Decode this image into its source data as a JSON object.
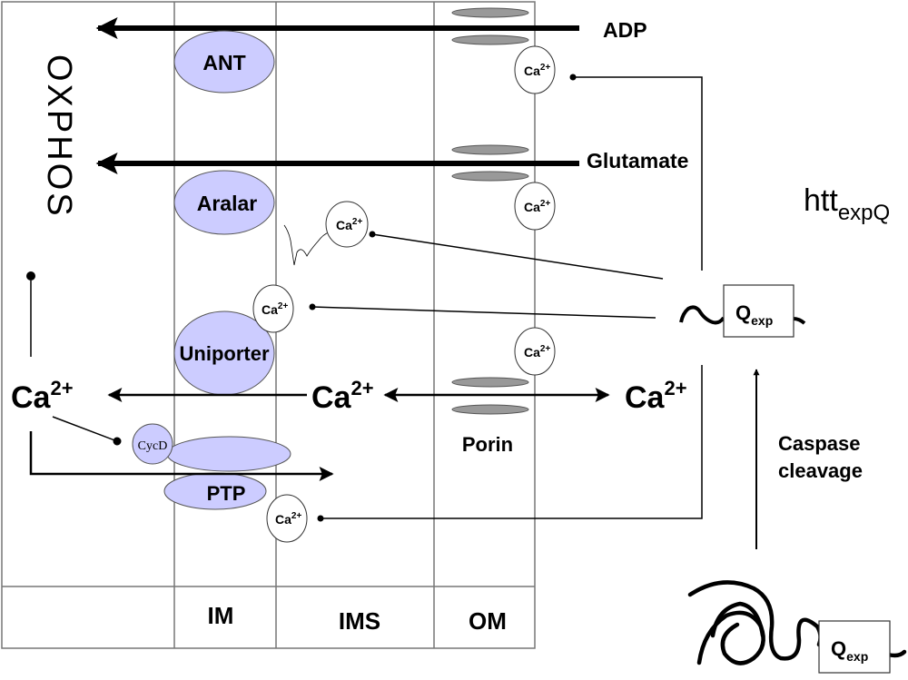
{
  "membranes": {
    "im": "IM",
    "ims": "IMS",
    "om": "OM"
  },
  "side_label": "OXPHOS",
  "proteins": {
    "ant": "ANT",
    "aralar": "Aralar",
    "uniporter": "Uniporter",
    "ptp": "PTP",
    "cycd": "CycD",
    "porin": "Porin"
  },
  "metabolites": {
    "adp": "ADP",
    "glutamate": "Glutamate"
  },
  "calcium": {
    "base": "Ca",
    "charge": "2+"
  },
  "htt": {
    "base": "htt",
    "sub": "expQ"
  },
  "qexp": {
    "base": "Q",
    "sub": "exp"
  },
  "caspase": {
    "line1": "Caspase",
    "line2": "cleavage"
  },
  "colors": {
    "protein_fill": "#ccccff",
    "channel_fill": "#999999",
    "line": "#000000",
    "frame": "#777777"
  }
}
